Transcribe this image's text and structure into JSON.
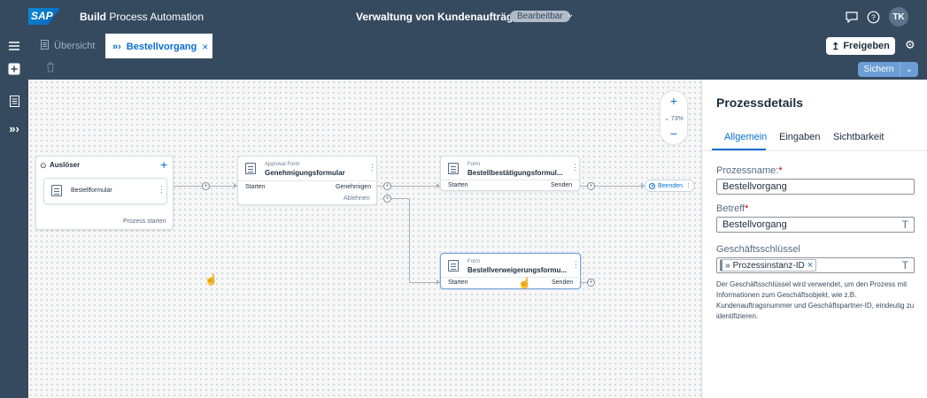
{
  "shell": {
    "logo": "SAP",
    "app_name_bold": "Build",
    "app_name_rest": " Process Automation",
    "project_title": "Verwaltung von Kundenaufträgen",
    "status_badge": "Bearbeitbar",
    "avatar_initials": "TK"
  },
  "tabs": [
    {
      "label": "Übersicht",
      "icon": "document-icon",
      "active": false
    },
    {
      "label": "Bestellvorgang",
      "icon": "process-icon",
      "active": true
    }
  ],
  "toolbar": {
    "share_label": "Freigeben",
    "save_label": "Sichern"
  },
  "canvas": {
    "zoom_level": "73%",
    "trigger": {
      "title": "Auslöser",
      "item_label": "Bestellformular",
      "footer_label": "Prozess starten"
    },
    "steps": [
      {
        "type": "Approval Form",
        "name": "Genehmigungsformular",
        "port_in": "Starten",
        "port_out": "Genehmigen",
        "port_out2": "Ablehnen"
      },
      {
        "type": "Form",
        "name": "Bestellbestätigungsformul...",
        "port_in": "Starten",
        "port_out": "Senden"
      },
      {
        "type": "Form",
        "name": "Bestellverweigerungsformu...",
        "port_in": "Starten",
        "port_out": "Senden"
      }
    ],
    "end_label": "Beenden"
  },
  "panel": {
    "title": "Prozessdetails",
    "tabs": [
      "Allgemein",
      "Eingaben",
      "Sichtbarkeit"
    ],
    "process_name_label": "Prozessname:",
    "process_name_value": "Bestellvorgang",
    "subject_label": "Betreff",
    "subject_value": "Bestellvorgang",
    "business_key_label": "Geschäftsschlüssel",
    "business_key_token": "Prozessinstanz-ID",
    "help_text": "Der Geschäftsschlüssel wird verwendet, um den Prozess mit Informationen zum Geschäftsobjekt, wie z.B. Kundenauftragsnummer und Geschäftspartner-ID, eindeutig zu identifizieren."
  },
  "colors": {
    "shell_bg": "#354a5f",
    "accent": "#0a6ed1",
    "required": "#bb0000"
  }
}
